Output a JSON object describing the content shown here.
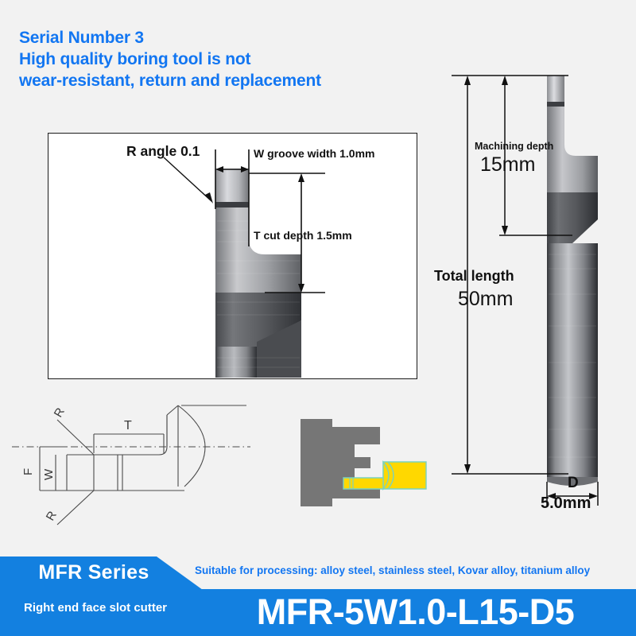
{
  "header": {
    "line1": "Serial Number 3",
    "line2": "High quality boring tool is not",
    "line3": "wear-resistant, return and replacement",
    "color": "#1276f2"
  },
  "detail_panel": {
    "annotations": {
      "r_angle": "R angle 0.1",
      "w_groove": "W groove width 1.0mm",
      "t_depth": "T cut depth 1.5mm"
    }
  },
  "tool_dimensions": {
    "machining_depth_label": "Machining depth",
    "machining_depth_value": "15mm",
    "total_length_label": "Total length",
    "total_length_value": "50mm",
    "diameter_letter": "D",
    "diameter_value": "5.0mm"
  },
  "schematic": {
    "labels": {
      "f": "F",
      "w": "W",
      "t": "T",
      "r_top": "R",
      "r_bottom": "R"
    }
  },
  "banner": {
    "series": "MFR Series",
    "series_subtitle": "Right end face slot cutter",
    "suitable": "Suitable for processing: alloy steel, stainless steel, Kovar alloy, titanium alloy",
    "product_code": "MFR-5W1.0-L15-D5",
    "blue": "#1380e0",
    "text_blue": "#1276f2"
  }
}
